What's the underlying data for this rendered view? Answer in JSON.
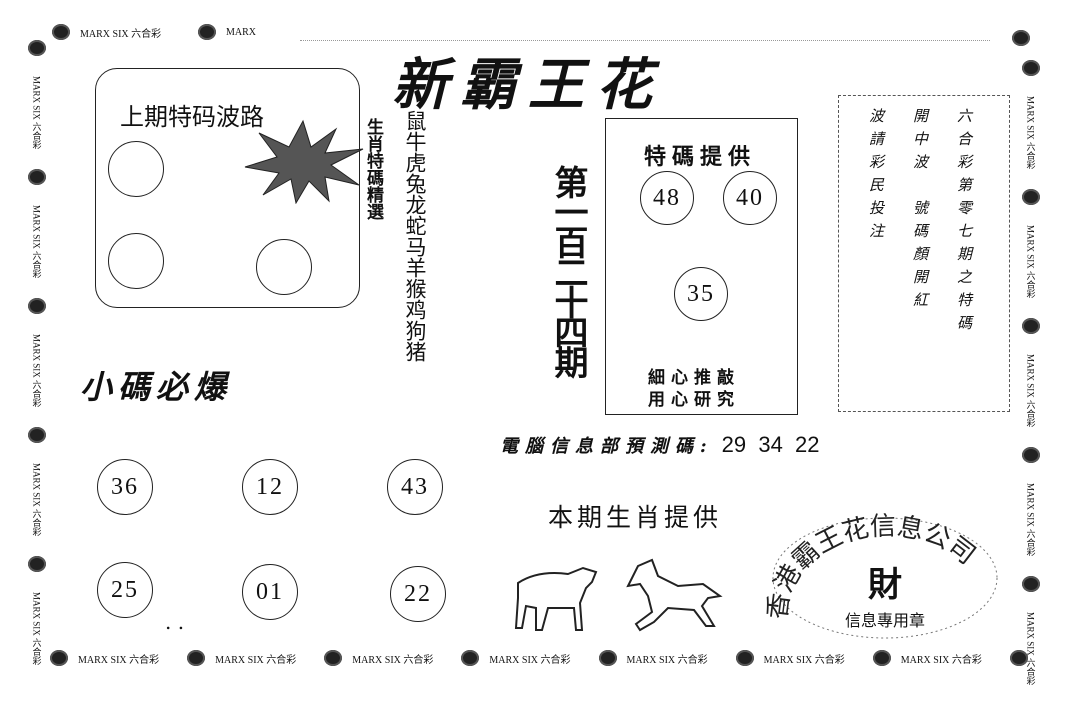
{
  "border": {
    "brand": "MARX SIX 六合彩",
    "brand_short": "MARX",
    "icon": "flower-logo-icon"
  },
  "title": "新霸王花",
  "last_wave": {
    "title": "上期特码波路"
  },
  "zodiac_pick_label": "生肖特碼精選",
  "zodiacs": "鼠牛虎兔龙蛇马羊猴鸡狗猪",
  "small_code": {
    "label": "小碼必爆",
    "numbers": [
      "36",
      "12",
      "43",
      "25",
      "01",
      "22"
    ]
  },
  "issue": "第一百二十四期",
  "special": {
    "title": "特碼提供",
    "numbers": [
      "48",
      "40",
      "35"
    ],
    "line1": "細心推敲",
    "line2": "用心研究"
  },
  "notice": {
    "col1": "六合彩第零七期之特碼",
    "col2": "開中波　號碼顏開紅",
    "col3": "波請彩民投注"
  },
  "prediction": {
    "label": "電腦信息部預測碼:",
    "numbers": "29  34  22"
  },
  "zodiac_provide": "本期生肖提供",
  "stamp": {
    "arc": "香港霸王花信息公司",
    "center": "財",
    "bottom": "信息專用章"
  }
}
